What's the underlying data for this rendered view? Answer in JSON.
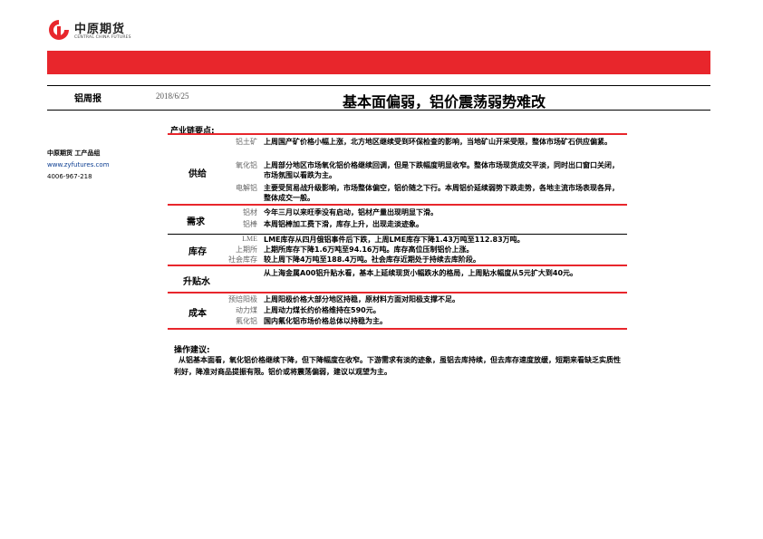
{
  "logo": {
    "name_cn": "中原期货",
    "name_en": "CENTRAL CHINA FUTURES",
    "colors": {
      "red": "#e8262c"
    }
  },
  "header": {
    "report": "铝周报",
    "date": "2018/6/25",
    "title": "基本面偏弱，铝价震荡弱势难改"
  },
  "sidebar": {
    "org": "中原期货 工产品组",
    "url": "www.zyfutures.com",
    "phone": "4006-967-218"
  },
  "section_title": "产业链要点:",
  "rows": [
    {
      "category": "供给",
      "items": [
        {
          "sub": "铝土矿",
          "text": "上周国产矿价格小幅上涨，北方地区继续受到环保检查的影响，当地矿山开采受限，整体市场矿石供应偏紧。"
        },
        {
          "sub": "氧化铝",
          "text": "上周部分地区市场氧化铝价格继续回调，但是下跌幅度明显收窄。整体市场现货成交平淡，同时出口窗口关闭，市场氛围以看跌为主。"
        },
        {
          "sub": "电解铝",
          "text": "主要受贸易战升级影响，市场整体偏空，铝价随之下行。本周铝价延续弱势下跌走势，各地主流市场表现各异，整体成交一般。"
        }
      ]
    },
    {
      "category": "需求",
      "items": [
        {
          "sub": "铝材",
          "text": "今年三月以来旺季没有启动，铝材产量出现明显下滑。"
        },
        {
          "sub": "铝棒",
          "text": "本周铝棒加工费下滑，库存上升，出现走淡迹象。"
        }
      ]
    },
    {
      "category": "库存",
      "items": [
        {
          "sub": "LME",
          "text": "LME库存从四月俄铝事件后下跌，上周LME库存下降1.43万吨至112.83万吨。"
        },
        {
          "sub": "上期所",
          "text": "上期所库存下降1.6万吨至94.16万吨。库存高位压制铝价上涨。"
        },
        {
          "sub": "社会库存",
          "text": "较上周下降4万吨至188.4万吨。社会库存近期处于持续去库阶段。"
        }
      ]
    },
    {
      "category": "升贴水",
      "items": [
        {
          "sub": "",
          "text": "从上海金属A00铝升贴水看，基本上延续现货小幅跌水的格局，上周贴水幅度从5元扩大到40元。"
        }
      ]
    },
    {
      "category": "成本",
      "items": [
        {
          "sub": "预焙阳极",
          "text": "上周阳极价格大部分地区持稳，原材料方面对阳极支撑不足。"
        },
        {
          "sub": "动力煤",
          "text": "上周动力煤长约价格维持在590元。"
        },
        {
          "sub": "氟化铝",
          "text": "国内氟化铝市场价格总体以持稳为主。"
        }
      ]
    }
  ],
  "advice": {
    "heading": "操作建议:",
    "text": "从铝基本面看，氧化铝价格继续下降，但下降幅度在收窄。下游需求有淡的迹象，虽铝去库持续，但去库存速度放缓，短期来看缺乏实质性利好，降准对商品提振有限。铝价或将震荡偏弱，建议以观望为主。"
  }
}
